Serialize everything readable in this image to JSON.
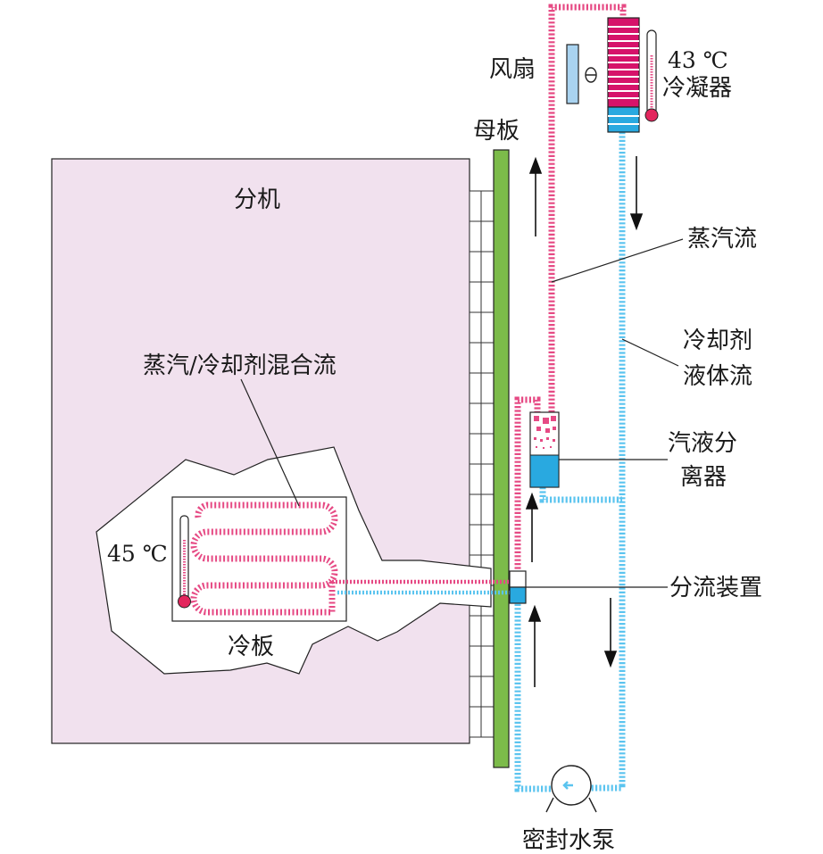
{
  "labels": {
    "fan": "风扇",
    "motherboard": "母板",
    "subunit": "分机",
    "condenser_temp": "43 ℃",
    "condenser": "冷凝器",
    "vapor_flow": "蒸汽流",
    "mixed_flow": "蒸汽/冷却剂混合流",
    "coolant_liquid_line1": "冷却剂",
    "coolant_liquid_line2": "液体流",
    "separator_line1": "汽液分",
    "separator_line2": "离器",
    "coldplate_temp": "45 ℃",
    "splitter": "分流装置",
    "cold_plate": "冷板",
    "pump": "密封水泵"
  },
  "colors": {
    "chassis_fill": "#f1e1ee",
    "motherboard_fill": "#7cbb4a",
    "vapor_pipe": "#e64a84",
    "liquid_pipe": "#5bc4ef",
    "condenser_hot": "#d6136a",
    "condenser_cool": "#29a9e0",
    "fan_blade": "#a9d3f0",
    "thermometer_bulb": "#e3265d"
  }
}
